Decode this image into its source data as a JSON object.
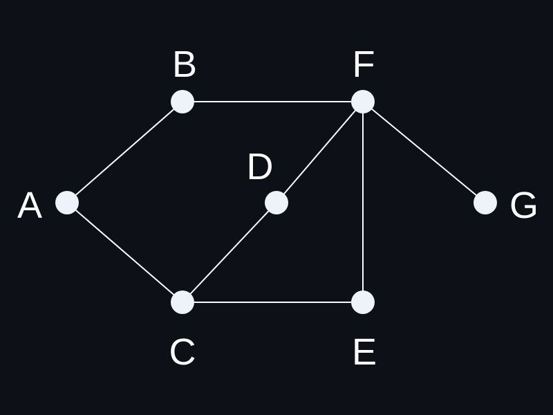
{
  "graph": {
    "background_color": "#0d1117",
    "node_color": "#eef3fb",
    "edge_color": "#ffffff",
    "label_color": "#ffffff",
    "nodes": [
      {
        "id": "A",
        "label": "A"
      },
      {
        "id": "B",
        "label": "B"
      },
      {
        "id": "C",
        "label": "C"
      },
      {
        "id": "D",
        "label": "D"
      },
      {
        "id": "E",
        "label": "E"
      },
      {
        "id": "F",
        "label": "F"
      },
      {
        "id": "G",
        "label": "G"
      }
    ],
    "edges": [
      {
        "from": "A",
        "to": "B"
      },
      {
        "from": "A",
        "to": "C"
      },
      {
        "from": "B",
        "to": "F"
      },
      {
        "from": "C",
        "to": "D"
      },
      {
        "from": "C",
        "to": "E"
      },
      {
        "from": "D",
        "to": "F"
      },
      {
        "from": "E",
        "to": "F"
      },
      {
        "from": "F",
        "to": "G"
      }
    ]
  }
}
